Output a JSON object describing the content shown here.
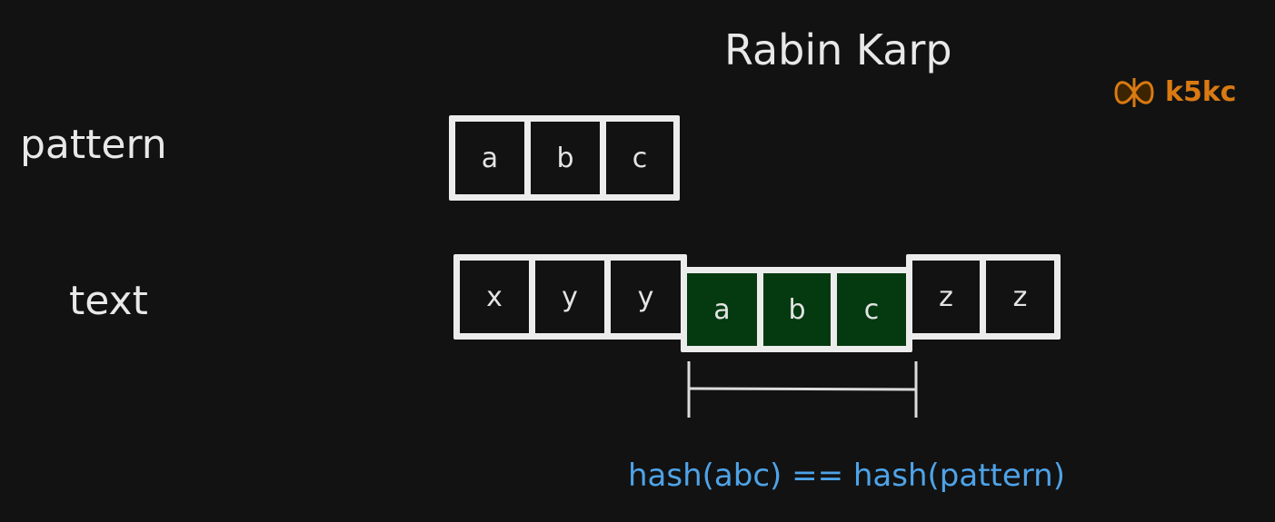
{
  "title": "Rabin Karp",
  "logo": {
    "icon": "butterfly-icon",
    "text": "k5kc",
    "color": "#d97a12"
  },
  "pattern": {
    "label": "pattern",
    "cells": [
      "a",
      "b",
      "c"
    ]
  },
  "text": {
    "label": "text",
    "cells": [
      "x",
      "y",
      "y",
      "a",
      "b",
      "c",
      "z",
      "z"
    ],
    "highlight_range": [
      3,
      5
    ],
    "highlight_color": "#053a10"
  },
  "caption": {
    "text": "hash(abc) == hash(pattern)",
    "color": "#4ea3e8"
  }
}
